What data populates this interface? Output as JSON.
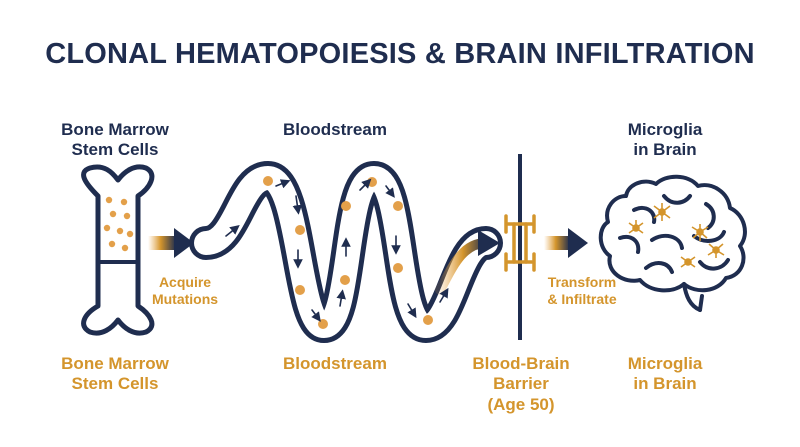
{
  "title": "CLONAL HEMATOPOIESIS & BRAIN INFILTRATION",
  "top_labels": {
    "marrow": "Bone Marrow\nStem Cells",
    "bloodstream": "Bloodstream",
    "microglia": "Microglia\nin Brain"
  },
  "transition_labels": {
    "mutations": "Acquire\nMutations",
    "infiltrate": "Transform\n& Infiltrate"
  },
  "bottom_labels": {
    "marrow": "Bone Marrow\nStem Cells",
    "bloodstream": "Bloodstream",
    "barrier": "Blood-Brain\nBarrier\n(Age 50)",
    "microglia": "Microglia\nin Brain"
  },
  "colors": {
    "navy": "#1f2d4f",
    "gold": "#d4952c",
    "cell": "#e3a04a"
  },
  "icons": [
    "bone-icon",
    "blood-vessel-icon",
    "barrier-icon",
    "brain-icon",
    "arrow-right-icon",
    "microglia-cell-icon"
  ]
}
